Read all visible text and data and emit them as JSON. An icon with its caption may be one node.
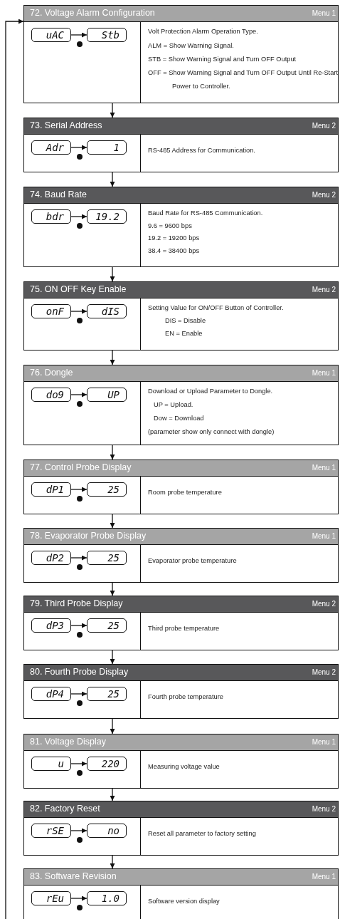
{
  "diagram": {
    "nodes": [
      {
        "text": [
          "72. Voltage Alarm Configuration",
          "Menu 1",
          "Volt Protection Alarm Operation Type.",
          "ALM = Show Warning Signal.",
          "STB = Show Warning Signal and Turn OFF Output",
          "OFF = Show Warning Signal and Turn OFF Output Until Re-Start Power to Controller."
        ]
      },
      {
        "text": [
          "uAC"
        ],
        "in": 0
      },
      {
        "text": [
          "Stb"
        ],
        "in": 0
      },
      {
        "text": [
          "73. Serial Address",
          "Menu 2",
          "RS-485 Address for Communication."
        ]
      },
      {
        "text": [
          "Adr"
        ],
        "in": 3
      },
      {
        "text": [
          "1"
        ],
        "in": 3
      },
      {
        "text": [
          "74. Baud Rate",
          "Menu 2",
          "Baud Rate for RS-485 Communication.",
          "9.6 = 9600 bps",
          "19.2 = 19200 bps",
          "38.4 = 38400 bps"
        ]
      },
      {
        "text": [
          "bdr"
        ],
        "in": 6
      },
      {
        "text": [
          "19.2"
        ],
        "in": 6
      },
      {
        "text": [
          "75. ON OFF Key Enable",
          "Menu 2",
          "Setting Value for ON/OFF Button of Controller.",
          "DIS = Disable",
          "EN = Enable"
        ]
      },
      {
        "text": [
          "onF"
        ],
        "in": 9
      },
      {
        "text": [
          "dIS"
        ],
        "in": 9
      },
      {
        "text": [
          "76. Dongle",
          "Menu 1",
          "Download or Upload Parameter to Dongle.",
          "UP = Upload.",
          "Dow = Download",
          "(parameter show only connect with dongle)"
        ]
      },
      {
        "text": [
          "do9"
        ],
        "in": 12
      },
      {
        "text": [
          "UP"
        ],
        "in": 12
      },
      {
        "text": [
          "77. Control Probe Display",
          "Menu 1",
          "Room probe temperature"
        ]
      },
      {
        "text": [
          "dP1"
        ],
        "in": 15
      },
      {
        "text": [
          "25"
        ],
        "in": 15
      },
      {
        "text": [
          "78. Evaporator Probe Display",
          "Menu 1",
          "Evaporator probe temperature"
        ]
      },
      {
        "text": [
          "dP2"
        ],
        "in": 18
      },
      {
        "text": [
          "25"
        ],
        "in": 18
      },
      {
        "text": [
          "79. Third Probe Display",
          "Menu 2",
          "Third probe temperature"
        ]
      },
      {
        "text": [
          "dP3"
        ],
        "in": 21
      },
      {
        "text": [
          "25"
        ],
        "in": 21
      },
      {
        "text": [
          "80. Fourth Probe Display",
          "Menu 2",
          "Fourth probe temperature"
        ]
      },
      {
        "text": [
          "dP4"
        ],
        "in": 24
      },
      {
        "text": [
          "25"
        ],
        "in": 24
      },
      {
        "text": [
          "81. Voltage Display",
          "Menu 1",
          "Measuring voltage value"
        ]
      },
      {
        "text": [
          "u"
        ],
        "in": 27
      },
      {
        "text": [
          "220"
        ],
        "in": 27
      },
      {
        "text": [
          "82. Factory Reset",
          "Menu 2",
          "Reset all parameter to factory setting"
        ]
      },
      {
        "text": [
          "rSE"
        ],
        "in": 30
      },
      {
        "text": [
          "no"
        ],
        "in": 30
      },
      {
        "text": [
          "83. Software Revision",
          "Menu 1",
          "Software version display"
        ]
      },
      {
        "text": [
          "rEu"
        ],
        "in": 33
      },
      {
        "text": [
          "1.0"
        ],
        "in": 33
      }
    ],
    "edges": [
      {
        "from": 1,
        "to": 2,
        "arrow": "to"
      },
      {
        "from": 0,
        "to": 3,
        "arrow": "to"
      },
      {
        "from": 4,
        "to": 5,
        "arrow": "to"
      },
      {
        "from": 3,
        "to": 6,
        "arrow": "to"
      },
      {
        "from": 7,
        "to": 8,
        "arrow": "to"
      },
      {
        "from": 6,
        "to": 9,
        "arrow": "to"
      },
      {
        "from": 10,
        "to": 11,
        "arrow": "to"
      },
      {
        "from": 9,
        "to": 12,
        "arrow": "to"
      },
      {
        "from": 13,
        "to": 14,
        "arrow": "to"
      },
      {
        "from": 12,
        "to": 15,
        "arrow": "to"
      },
      {
        "from": 16,
        "to": 17,
        "arrow": "to"
      },
      {
        "from": 15,
        "to": 18,
        "arrow": "to"
      },
      {
        "from": 19,
        "to": 20,
        "arrow": "to"
      },
      {
        "from": 18,
        "to": 21,
        "arrow": "to"
      },
      {
        "from": 22,
        "to": 23,
        "arrow": "to"
      },
      {
        "from": 21,
        "to": 24,
        "arrow": "to"
      },
      {
        "from": 25,
        "to": 26,
        "arrow": "to"
      },
      {
        "from": 24,
        "to": 27,
        "arrow": "to"
      },
      {
        "from": 28,
        "to": 29,
        "arrow": "to"
      },
      {
        "from": 27,
        "to": 30,
        "arrow": "to"
      },
      {
        "from": 31,
        "to": 32,
        "arrow": "to"
      },
      {
        "from": 30,
        "to": 33,
        "arrow": "to"
      },
      {
        "from": 34,
        "to": 35,
        "arrow": "to"
      },
      {
        "from": null,
        "to": 0,
        "arrow": "to"
      }
    ]
  }
}
